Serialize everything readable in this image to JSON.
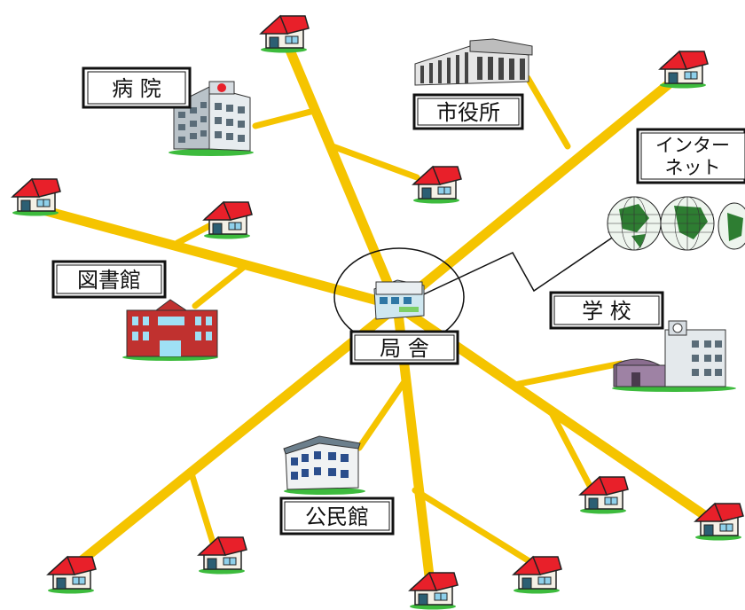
{
  "labels": {
    "hospital": "病 院",
    "city_hall": "市役所",
    "internet_line1": "インター",
    "internet_line2": "ネット",
    "library": "図書館",
    "school": "学 校",
    "central_office": "局 舎",
    "community_center": "公民館"
  },
  "colors": {
    "cable": "#f5c400",
    "roof": "#e8202a",
    "wall": "#f4f0e6",
    "window": "#3a8fb8",
    "grass": "#3dbb3d",
    "frame": "#111111",
    "library_brick": "#c0312f",
    "globe_land": "#2e7d32"
  },
  "icons": {
    "house": "house-icon",
    "hospital": "hospital-building-icon",
    "city_hall": "city-hall-building-icon",
    "library": "library-building-icon",
    "school": "school-building-icon",
    "community_center": "community-center-building-icon",
    "central_office": "central-office-building-icon",
    "internet": "globe-icon"
  }
}
